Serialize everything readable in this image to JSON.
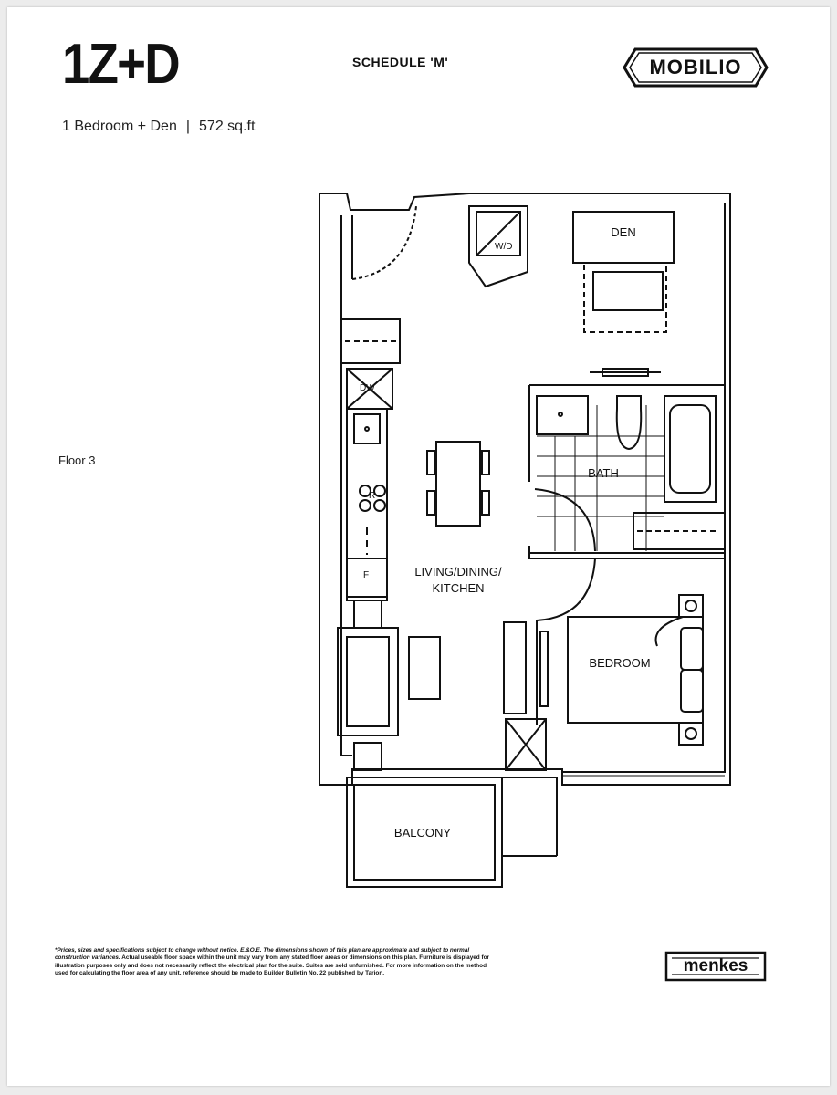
{
  "header": {
    "plan_name": "1Z+D",
    "schedule": "SCHEDULE 'M'",
    "brand": "MOBILIO"
  },
  "summary": {
    "unit_type": "1 Bedroom + Den",
    "separator": "|",
    "area": "572 sq.ft"
  },
  "floor": "Floor 3",
  "rooms": {
    "den": "DEN",
    "laundry": "W/D",
    "dishwasher": "DW",
    "range": "R",
    "fridge": "F",
    "bath": "BATH",
    "living": "LIVING/DINING/",
    "living_line2": "KITCHEN",
    "bedroom": "BEDROOM",
    "balcony": "BALCONY"
  },
  "footer": {
    "disclaimer_italic": "*Prices, sizes and specifications subject to change without notice. E.&O.E. The dimensions shown of this plan are approximate and subject to normal construction variances.",
    "disclaimer_rest": "Actual useable floor space within the unit may vary from any stated floor areas or dimensions on this plan. Furniture is displayed for illustration purposes only and does not necessarily reflect the electrical plan for the suite. Suites are sold unfurnished. For more information on the method used for calculating the floor area of any unit, reference should be made to Builder Bulletin No. 22 published by Tarion.",
    "developer": "menkes"
  }
}
